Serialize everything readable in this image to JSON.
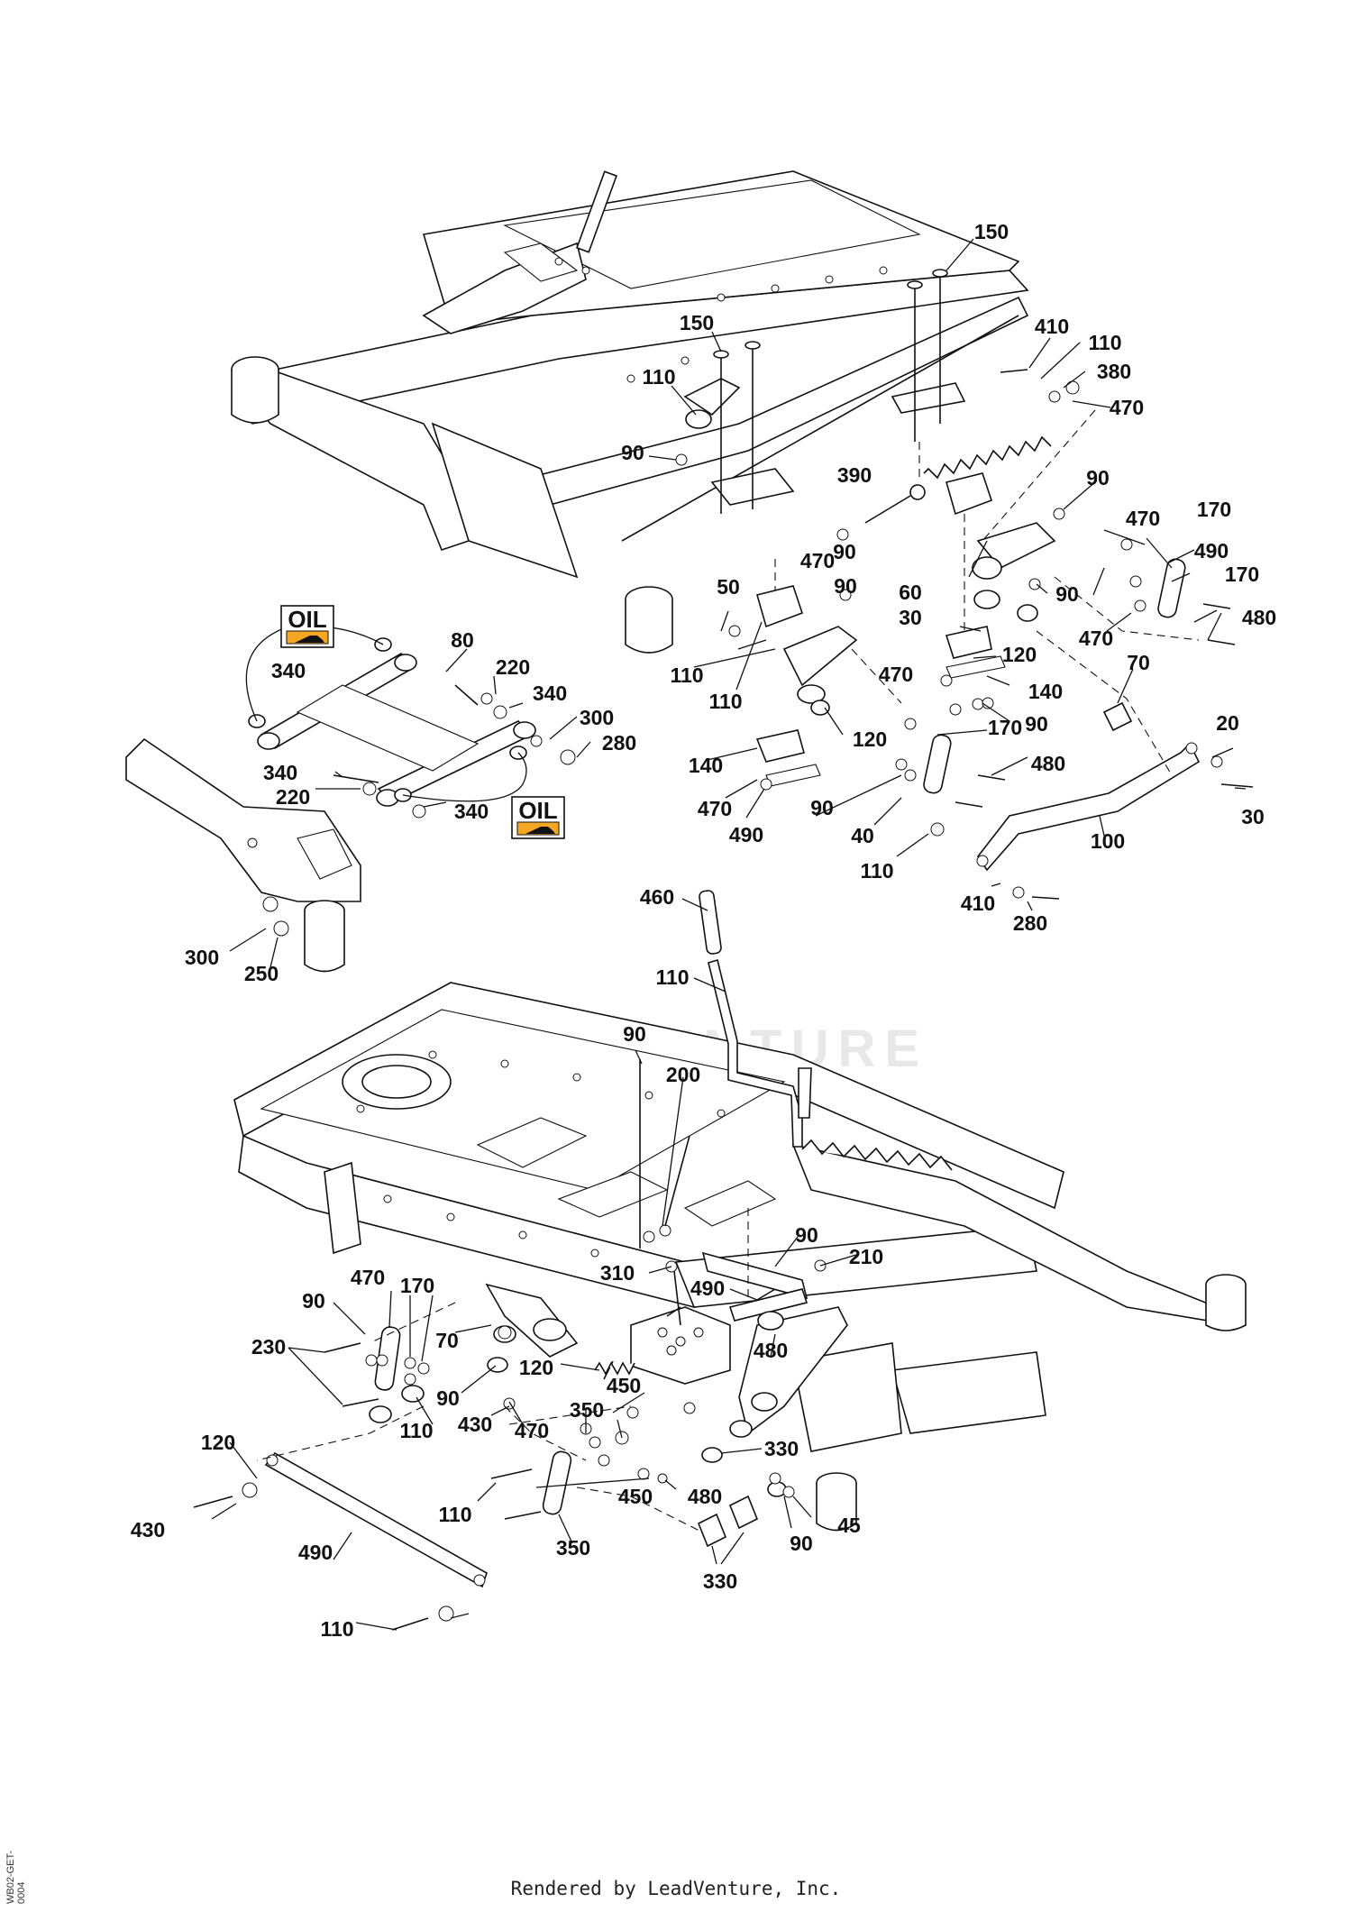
{
  "watermark": "LEADVENTURE",
  "footer": "Rendered by LeadVenture, Inc.",
  "drawing_code": "WB02-GET-0004",
  "oil_label": "OIL",
  "callouts": [
    {
      "id": "c1",
      "text": "150"
    },
    {
      "id": "c2",
      "text": "150"
    },
    {
      "id": "c3",
      "text": "410"
    },
    {
      "id": "c4",
      "text": "110"
    },
    {
      "id": "c5",
      "text": "380"
    },
    {
      "id": "c6",
      "text": "470"
    },
    {
      "id": "c7",
      "text": "110"
    },
    {
      "id": "c8",
      "text": "90"
    },
    {
      "id": "c9",
      "text": "390"
    },
    {
      "id": "c10",
      "text": "90"
    },
    {
      "id": "c11",
      "text": "470"
    },
    {
      "id": "c12",
      "text": "170"
    },
    {
      "id": "c13",
      "text": "490"
    },
    {
      "id": "c14",
      "text": "170"
    },
    {
      "id": "c15",
      "text": "470"
    },
    {
      "id": "c16",
      "text": "90"
    },
    {
      "id": "c17",
      "text": "90"
    },
    {
      "id": "c18",
      "text": "60"
    },
    {
      "id": "c19",
      "text": "90"
    },
    {
      "id": "c20",
      "text": "480"
    },
    {
      "id": "c21",
      "text": "470"
    },
    {
      "id": "c22",
      "text": "30"
    },
    {
      "id": "c23",
      "text": "120"
    },
    {
      "id": "c24",
      "text": "70"
    },
    {
      "id": "c25",
      "text": "140"
    },
    {
      "id": "c26",
      "text": "90"
    },
    {
      "id": "c27",
      "text": "50"
    },
    {
      "id": "c28",
      "text": "110"
    },
    {
      "id": "c29",
      "text": "470"
    },
    {
      "id": "c30",
      "text": "110"
    },
    {
      "id": "c31",
      "text": "120"
    },
    {
      "id": "c32",
      "text": "170"
    },
    {
      "id": "c33",
      "text": "480"
    },
    {
      "id": "c34",
      "text": "20"
    },
    {
      "id": "c35",
      "text": "30"
    },
    {
      "id": "c36",
      "text": "140"
    },
    {
      "id": "c37",
      "text": "470"
    },
    {
      "id": "c38",
      "text": "90"
    },
    {
      "id": "c39",
      "text": "490"
    },
    {
      "id": "c40",
      "text": "40"
    },
    {
      "id": "c41",
      "text": "100"
    },
    {
      "id": "c42",
      "text": "110"
    },
    {
      "id": "c43",
      "text": "410"
    },
    {
      "id": "c44",
      "text": "280"
    },
    {
      "id": "c45",
      "text": "80"
    },
    {
      "id": "c46",
      "text": "340"
    },
    {
      "id": "c47",
      "text": "220"
    },
    {
      "id": "c48",
      "text": "340"
    },
    {
      "id": "c49",
      "text": "300"
    },
    {
      "id": "c50",
      "text": "280"
    },
    {
      "id": "c51",
      "text": "340"
    },
    {
      "id": "c52",
      "text": "220"
    },
    {
      "id": "c53",
      "text": "340"
    },
    {
      "id": "c54",
      "text": "300"
    },
    {
      "id": "c55",
      "text": "250"
    },
    {
      "id": "c56",
      "text": "460"
    },
    {
      "id": "c57",
      "text": "110"
    },
    {
      "id": "c58",
      "text": "90"
    },
    {
      "id": "c59",
      "text": "200"
    },
    {
      "id": "c60",
      "text": "90"
    },
    {
      "id": "c61",
      "text": "210"
    },
    {
      "id": "c62",
      "text": "310"
    },
    {
      "id": "c63",
      "text": "490"
    },
    {
      "id": "c64",
      "text": "470"
    },
    {
      "id": "c65",
      "text": "170"
    },
    {
      "id": "c66",
      "text": "90"
    },
    {
      "id": "c67",
      "text": "70"
    },
    {
      "id": "c68",
      "text": "480"
    },
    {
      "id": "c69",
      "text": "230"
    },
    {
      "id": "c70",
      "text": "120"
    },
    {
      "id": "c71",
      "text": "90"
    },
    {
      "id": "c72",
      "text": "450"
    },
    {
      "id": "c73",
      "text": "430"
    },
    {
      "id": "c74",
      "text": "470"
    },
    {
      "id": "c75",
      "text": "350"
    },
    {
      "id": "c76",
      "text": "110"
    },
    {
      "id": "c77",
      "text": "120"
    },
    {
      "id": "c78",
      "text": "330"
    },
    {
      "id": "c79",
      "text": "430"
    },
    {
      "id": "c80",
      "text": "450"
    },
    {
      "id": "c81",
      "text": "480"
    },
    {
      "id": "c82",
      "text": "110"
    },
    {
      "id": "c83",
      "text": "90"
    },
    {
      "id": "c84",
      "text": "45"
    },
    {
      "id": "c85",
      "text": "490"
    },
    {
      "id": "c86",
      "text": "350"
    },
    {
      "id": "c87",
      "text": "330"
    },
    {
      "id": "c88",
      "text": "110"
    }
  ]
}
